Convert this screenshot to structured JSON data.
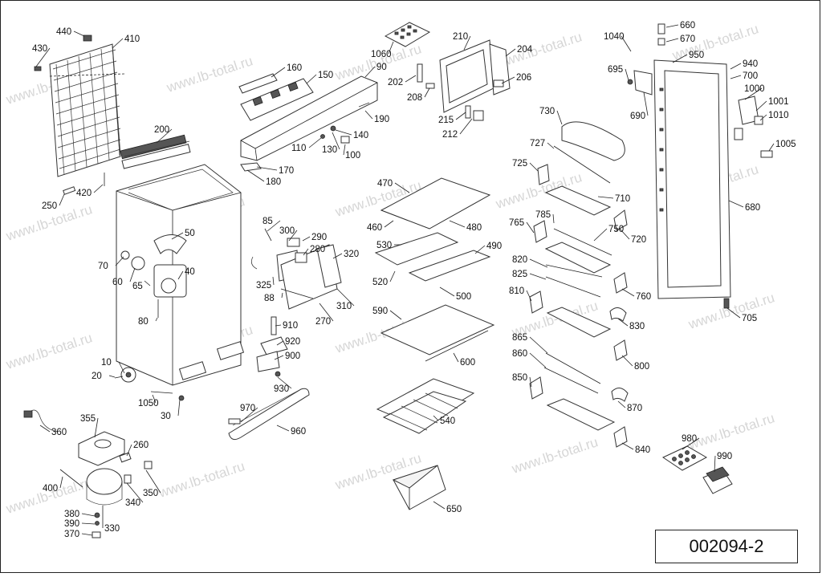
{
  "diagram_code": "002094-2",
  "watermark_text": "www.lb-total.ru",
  "labels": [
    "440",
    "410",
    "430",
    "200",
    "250",
    "420",
    "70",
    "50",
    "60",
    "65",
    "40",
    "80",
    "10",
    "20",
    "1050",
    "30",
    "360",
    "355",
    "260",
    "400",
    "350",
    "340",
    "380",
    "390",
    "330",
    "370",
    "160",
    "150",
    "90",
    "190",
    "110",
    "130",
    "140",
    "100",
    "170",
    "180",
    "85",
    "300",
    "290",
    "280",
    "320",
    "325",
    "88",
    "270",
    "310",
    "910",
    "920",
    "900",
    "930",
    "970",
    "960",
    "1060",
    "210",
    "204",
    "202",
    "208",
    "206",
    "215",
    "212",
    "470",
    "460",
    "480",
    "530",
    "520",
    "490",
    "500",
    "590",
    "600",
    "540",
    "650",
    "730",
    "727",
    "725",
    "710",
    "785",
    "765",
    "720",
    "750",
    "820",
    "825",
    "810",
    "760",
    "830",
    "865",
    "860",
    "800",
    "850",
    "870",
    "840",
    "980",
    "990",
    "1040",
    "660",
    "670",
    "950",
    "695",
    "690",
    "940",
    "700",
    "1000",
    "1001",
    "1010",
    "1005",
    "680",
    "705"
  ]
}
